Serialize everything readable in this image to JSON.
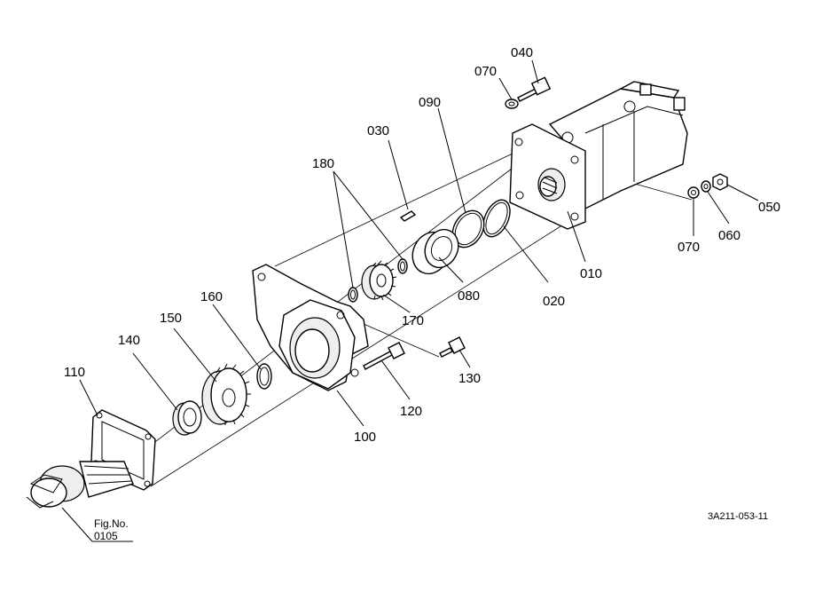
{
  "labels": {
    "p010": "010",
    "p020": "020",
    "p030": "030",
    "p040": "040",
    "p050": "050",
    "p060": "060",
    "p070a": "070",
    "p070b": "070",
    "p080": "080",
    "p090": "090",
    "p100": "100",
    "p110": "110",
    "p120": "120",
    "p130": "130",
    "p140": "140",
    "p150": "150",
    "p160": "160",
    "p170": "170",
    "p180": "180"
  },
  "figure_ref": {
    "line1": "Fig.No.",
    "line2": "0105"
  },
  "drawing_code": "3A211-053-11"
}
